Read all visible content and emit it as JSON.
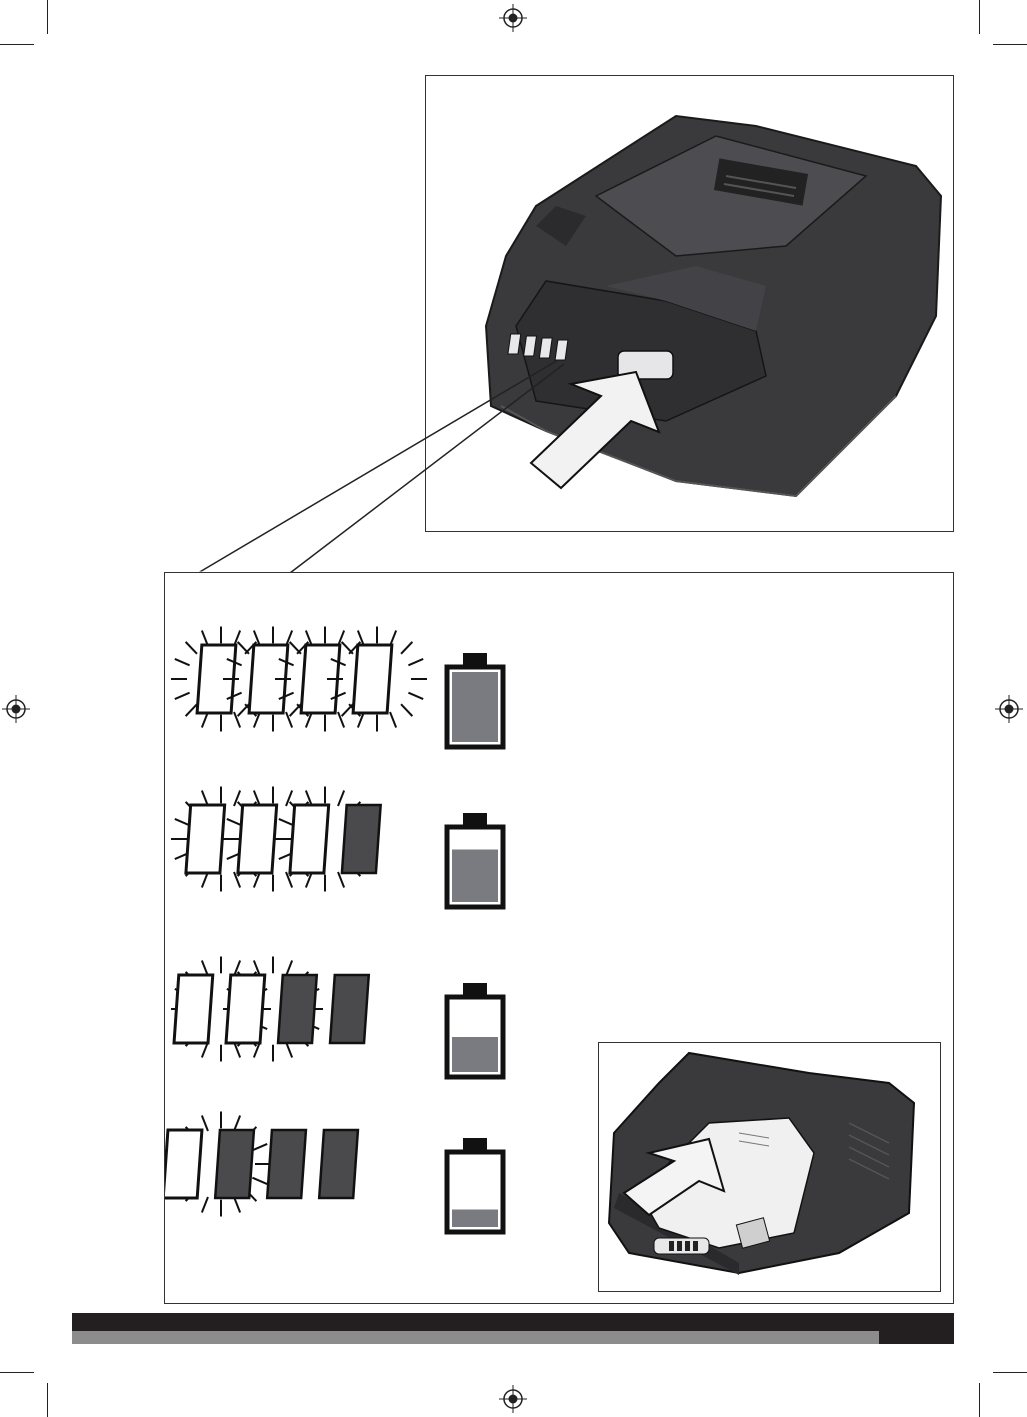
{
  "page": {
    "charge_levels": [
      {
        "level_percent": 100,
        "lit_leds": 4,
        "total_leds": 4
      },
      {
        "level_percent": 75,
        "lit_leds": 3,
        "total_leds": 4
      },
      {
        "level_percent": 50,
        "lit_leds": 2,
        "total_leds": 4
      },
      {
        "level_percent": 25,
        "lit_leds": 1,
        "total_leds": 4
      }
    ],
    "colors": {
      "battery_fill": "#7a7b80",
      "led_off": "#4a4a4d",
      "product_body": "#3a3a3d",
      "footer_bar": "#231f20",
      "footer_stripe": "#8c8c8c"
    },
    "icons": [
      "registration-mark-icon",
      "push-arrow-icon",
      "battery-level-icon",
      "led-glow-icon"
    ]
  }
}
